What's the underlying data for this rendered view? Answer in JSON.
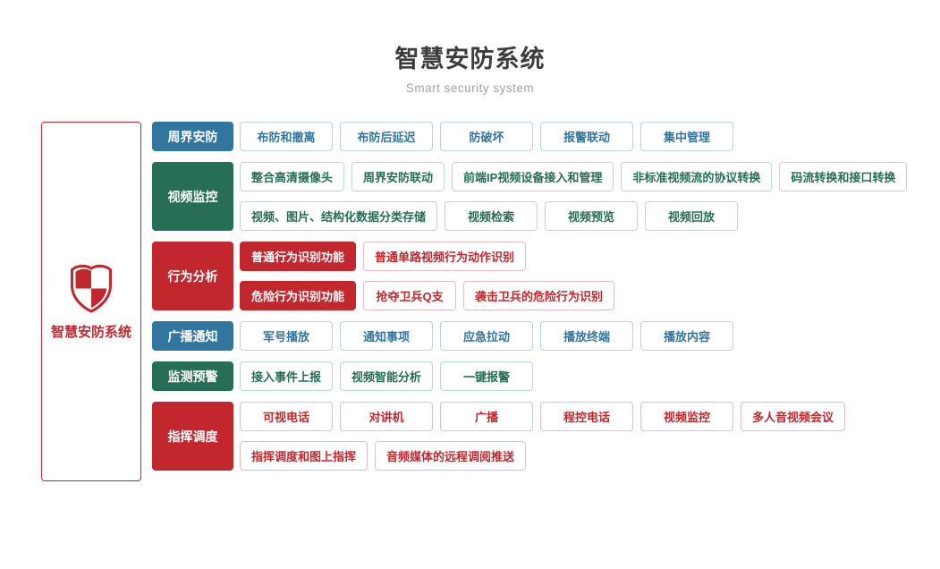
{
  "header": {
    "title": "智慧安防系统",
    "subtitle": "Smart security system"
  },
  "side_panel": {
    "label": "智慧安防系统",
    "icon": "shield-icon"
  },
  "colors": {
    "blue": "#32759E",
    "green": "#266E55",
    "red": "#C1272D",
    "blue_border": "#B9D3E2",
    "green_border": "#BFD8CE",
    "red_border": "#E9BCBE"
  },
  "rows": [
    {
      "category": "周界安防",
      "color": "blue",
      "lines": [
        [
          "布防和撤离",
          "布防后延迟",
          "防破坏",
          "报警联动",
          "集中管理"
        ]
      ]
    },
    {
      "category": "视频监控",
      "color": "green",
      "lines": [
        [
          "整合高清摄像头",
          "周界安防联动",
          "前端IP视频设备接入和管理",
          "非标准视频流的协议转换",
          "码流转换和接口转换"
        ],
        [
          "视频、图片、结构化数据分类存储",
          "视频检索",
          "视频预览",
          "视频回放"
        ]
      ]
    },
    {
      "category": "行为分析",
      "color": "red",
      "lines": [
        [
          {
            "label": "普通行为识别功能",
            "filled": true
          },
          "普通单路视频行为动作识别"
        ],
        [
          {
            "label": "危险行为识别功能",
            "filled": true
          },
          "抢夺卫兵Q支",
          "袭击卫兵的危险行为识别"
        ]
      ]
    },
    {
      "category": "广播通知",
      "color": "blue",
      "lines": [
        [
          "军号播放",
          "通知事项",
          "应急拉动",
          "播放终端",
          "播放内容"
        ]
      ]
    },
    {
      "category": "监测预警",
      "color": "green",
      "lines": [
        [
          "接入事件上报",
          "视频智能分析",
          "一键报警"
        ]
      ]
    },
    {
      "category": "指挥调度",
      "color": "red",
      "lines": [
        [
          "可视电话",
          "对讲机",
          "广播",
          "程控电话",
          "视频监控",
          "多人音视频会议"
        ],
        [
          "指挥调度和图上指挥",
          "音频媒体的远程调阅推送"
        ]
      ]
    }
  ]
}
